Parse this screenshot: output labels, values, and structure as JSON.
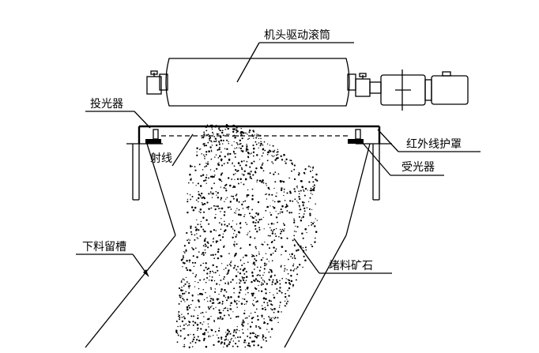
{
  "labels": {
    "drum": "机头驱动滚筒",
    "emitter": "投光器",
    "ray": "射线",
    "ir_cover": "红外线护罩",
    "receiver": "受光器",
    "chute": "下料留槽",
    "ore": "堵料矿石"
  },
  "icons": [
    "drive-drum",
    "motor",
    "emitter",
    "receiver",
    "ore-particles"
  ],
  "colors": {
    "line": "#000000",
    "background": "#ffffff"
  }
}
